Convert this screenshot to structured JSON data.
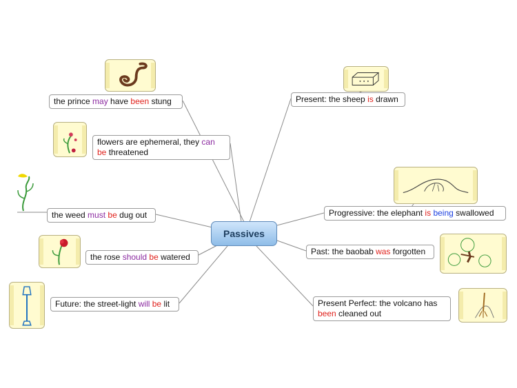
{
  "central": "Passives",
  "nodes": {
    "prince": {
      "pre": "the prince ",
      "m1": "may",
      "mid": " have ",
      "m2": "been",
      "post": " stung"
    },
    "flowers": {
      "line1": "flowers are ephemeral, they ",
      "m1": "can",
      "m2": "be",
      "post": " threatened"
    },
    "weed": {
      "pre": "the weed ",
      "m1": "must",
      "mid": " ",
      "m2": "be",
      "post": " dug out"
    },
    "rose": {
      "pre": "the rose ",
      "m1": "should",
      "mid": " ",
      "m2": "be",
      "post": " watered"
    },
    "streetlight": {
      "pre": "Future: the street-light ",
      "m1": "will",
      "mid": " ",
      "m2": "be",
      "post": " lit"
    },
    "sheep": {
      "pre": "Present: the sheep ",
      "m1": "is",
      "post": " drawn"
    },
    "elephant": {
      "pre": "Progressive: the elephant ",
      "m1": "is",
      "mid": " ",
      "m2": "being",
      "post": " swallowed"
    },
    "baobab": {
      "pre": "Past: the baobab ",
      "m1": "was",
      "post": " forgotten"
    },
    "volcano": {
      "line1": "Present Perfect: the volcano has",
      "m1": "been",
      "post": " cleaned out"
    }
  },
  "images": {
    "prince": "snake-icon",
    "flowers": "flower-icon",
    "weed": "weed-icon",
    "rose": "rose-icon",
    "streetlight": "street-light-icon",
    "sheep": "box-icon",
    "elephant": "elephant-boa-icon",
    "baobab": "baobab-icon",
    "volcano": "volcano-icon"
  },
  "colors": {
    "modal_purple": "#8b2aa0",
    "aux_red": "#e0201b",
    "being_blue": "#1b3fe0",
    "central_fill": "#a9cff3",
    "image_fill": "#fffbd0"
  }
}
